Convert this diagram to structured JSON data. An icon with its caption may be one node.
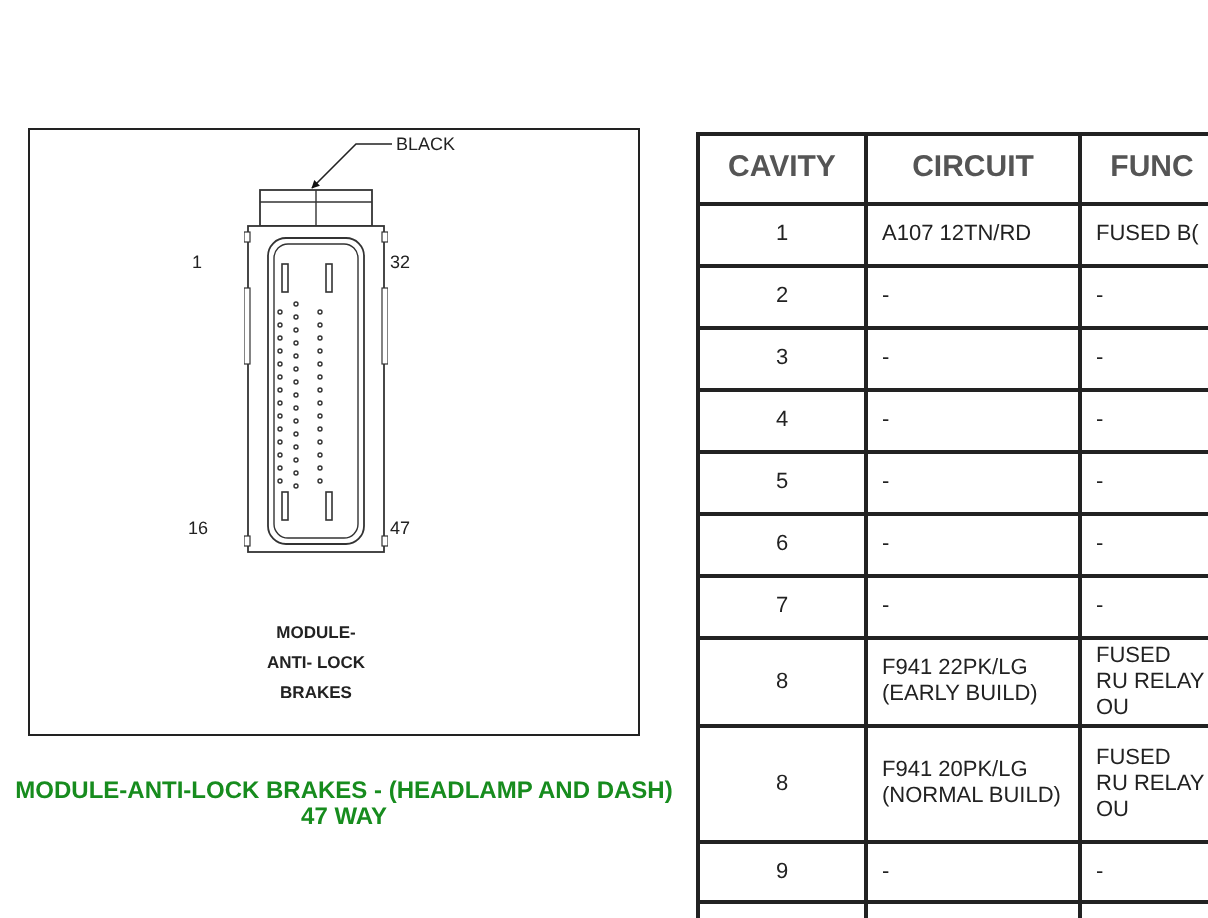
{
  "diagram": {
    "caption": "MODULE-ANTI-LOCK BRAKES - (HEADLAMP AND DASH) 47 WAY",
    "nodes": [
      {
        "text": [
          "BLACK"
        ]
      },
      {
        "text": [],
        "shape": "picture"
      }
    ],
    "edges": [
      {
        "from": 0,
        "to": 1,
        "arrow": "to"
      }
    ],
    "labels": [
      "1",
      "32",
      "16",
      "47",
      "MODULE- ANTI- LOCK BRAKES",
      "CAVITY",
      "CIRCUIT",
      "FUNC",
      "1",
      "A107 12TN/RD",
      "FUSED B(",
      "2",
      "-",
      "-",
      "3",
      "-",
      "-",
      "4",
      "-",
      "-",
      "5",
      "-",
      "-",
      "6",
      "-",
      "-",
      "7",
      "-",
      "-",
      "8",
      "F941 22PK/LG (EARLY BUILD)",
      "FUSED RU RELAY OU",
      "8",
      "F941 20PK/LG (NORMAL BUILD)",
      "FUSED RU RELAY OU",
      "9",
      "-",
      "-"
    ]
  }
}
